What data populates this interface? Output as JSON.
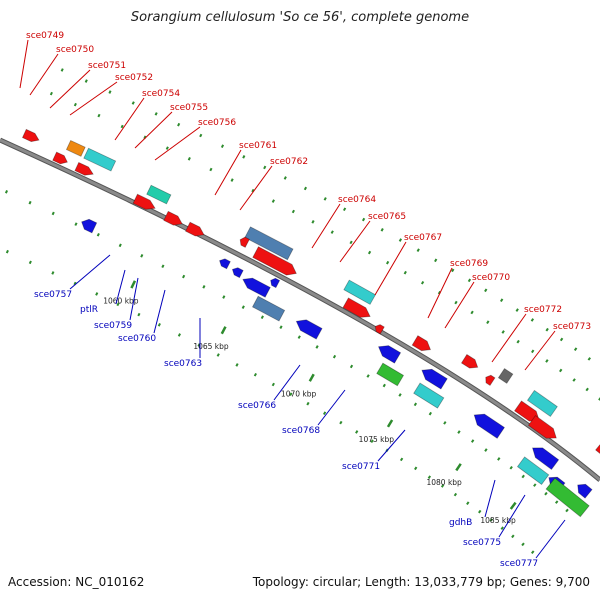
{
  "title": "Sorangium cellulosum 'So ce 56', complete genome",
  "footer": {
    "accession": "Accession: NC_010162",
    "summary": "Topology: circular; Length: 13,033,779 bp; Genes: 9,700"
  },
  "colors": {
    "backbone": "#8a8a8a",
    "forward_label": "#cc0000",
    "reverse_label": "#0000bb",
    "tick": "#2e8b2e",
    "red": "#ee1111",
    "blue": "#1111dd",
    "cyan": "#33cccc",
    "steel": "#4f7fb0",
    "orange": "#ee8811",
    "green": "#33bb33",
    "teal": "#22ccaa",
    "gray": "#666666"
  },
  "ticks": [
    "1060 kbp",
    "1065 kbp",
    "1070 kbp",
    "1075 kbp",
    "1080 kbp",
    "1085 kbp"
  ],
  "forward_labels": [
    "sce0749",
    "sce0750",
    "sce0751",
    "sce0752",
    "sce0754",
    "sce0755",
    "sce0756",
    "sce0761",
    "sce0762",
    "sce0764",
    "sce0765",
    "sce0767",
    "sce0769",
    "sce0770",
    "sce0772",
    "sce0773"
  ],
  "reverse_labels": [
    "sce0757",
    "ptlR",
    "sce0759",
    "sce0760",
    "sce0763",
    "sce0766",
    "sce0768",
    "sce0771",
    "gdhB",
    "sce0775",
    "sce0777"
  ]
}
